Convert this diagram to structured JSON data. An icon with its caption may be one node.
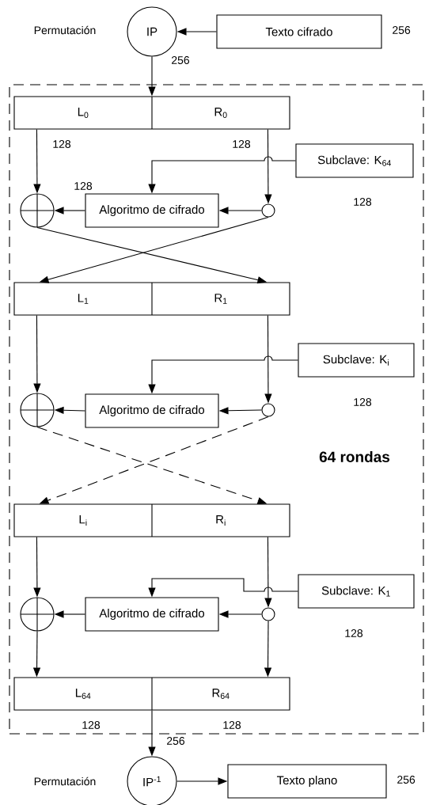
{
  "diagram": {
    "nodes": [
      {
        "text": [
          "IP"
        ]
      },
      {
        "text": [
          "Texto cifrado"
        ],
        "beside": [
          "256"
        ]
      },
      {
        "text": [
          "64 rondas"
        ]
      },
      {
        "text": [
          "L$_{0}$",
          "R$_{0}$"
        ],
        "in": 2
      },
      {
        "text": [
          "Subclave: K$_{64}$"
        ],
        "in": 2
      },
      {
        "text": [],
        "shape": "circle",
        "in": 2
      },
      {
        "text": [
          "Algoritmo de cifrado"
        ],
        "in": 2
      },
      {
        "text": [],
        "shape": "circle",
        "in": 2
      },
      {
        "text": [
          "L$_{1}$",
          "R$_{1}$"
        ],
        "in": 2
      },
      {
        "text": [
          "Subclave: K$_{i}$"
        ],
        "in": 2
      },
      {
        "text": [],
        "shape": "circle",
        "in": 2
      },
      {
        "text": [
          "Algoritmo de cifrado"
        ],
        "in": 2
      },
      {
        "text": [],
        "shape": "circle",
        "in": 2
      },
      {
        "text": [
          "L$_{i}$",
          "R$_{i}$"
        ],
        "in": 2
      },
      {
        "text": [
          "Subclave: K$_{1}$"
        ],
        "in": 2
      },
      {
        "text": [],
        "shape": "circle",
        "in": 2
      },
      {
        "text": [
          "Algoritmo de cifrado"
        ],
        "in": 2
      },
      {
        "text": [],
        "shape": "circle",
        "in": 2
      },
      {
        "text": [
          "L$_{64}$",
          "R$_{64}$"
        ],
        "in": 2
      },
      {
        "text": [
          "IP$^{-1}$"
        ]
      },
      {
        "text": [
          "Texto plano"
        ],
        "beside": [
          "256"
        ]
      }
    ],
    "edges": [
      {
        "from": 1,
        "to": 0,
        "arrow": "to"
      },
      {
        "from": 0,
        "to": 3,
        "arrow": "to"
      },
      {
        "from": 3,
        "to": 5,
        "arrow": "to"
      },
      {
        "from": 3,
        "to": 7,
        "arrow": "to"
      },
      {
        "from": 4,
        "to": 6,
        "arrow": "to"
      },
      {
        "from": 7,
        "to": 6,
        "arrow": "to"
      },
      {
        "from": 6,
        "to": 5,
        "arrow": "to"
      },
      {
        "from": 5,
        "to": 8,
        "arrow": "to"
      },
      {
        "from": 7,
        "to": 8,
        "arrow": "to"
      },
      {
        "from": 8,
        "to": 10,
        "arrow": "to"
      },
      {
        "from": 8,
        "to": 12,
        "arrow": "to"
      },
      {
        "from": 9,
        "to": 11,
        "arrow": "to"
      },
      {
        "from": 12,
        "to": 11,
        "arrow": "to"
      },
      {
        "from": 11,
        "to": 10,
        "arrow": "to"
      },
      {
        "from": 10,
        "to": 13,
        "arrow": "to",
        "style": "dashed"
      },
      {
        "from": 12,
        "to": 13,
        "arrow": "to",
        "style": "dashed"
      },
      {
        "from": 13,
        "to": 15,
        "arrow": "to"
      },
      {
        "from": 13,
        "to": 17,
        "arrow": "to"
      },
      {
        "from": 14,
        "to": 16,
        "arrow": "to"
      },
      {
        "from": 17,
        "to": 16,
        "arrow": "to"
      },
      {
        "from": 16,
        "to": 15,
        "arrow": "to"
      },
      {
        "from": 15,
        "to": 18,
        "arrow": "to"
      },
      {
        "from": 17,
        "to": 18,
        "arrow": "to"
      },
      {
        "from": 18,
        "to": 19,
        "arrow": "to"
      },
      {
        "from": 19,
        "to": 20,
        "arrow": "to"
      }
    ],
    "labels": [
      "Permutación",
      "256",
      "128",
      "128",
      "128",
      "128",
      "128",
      "128",
      "128",
      "128",
      "256",
      "Permutación"
    ]
  }
}
